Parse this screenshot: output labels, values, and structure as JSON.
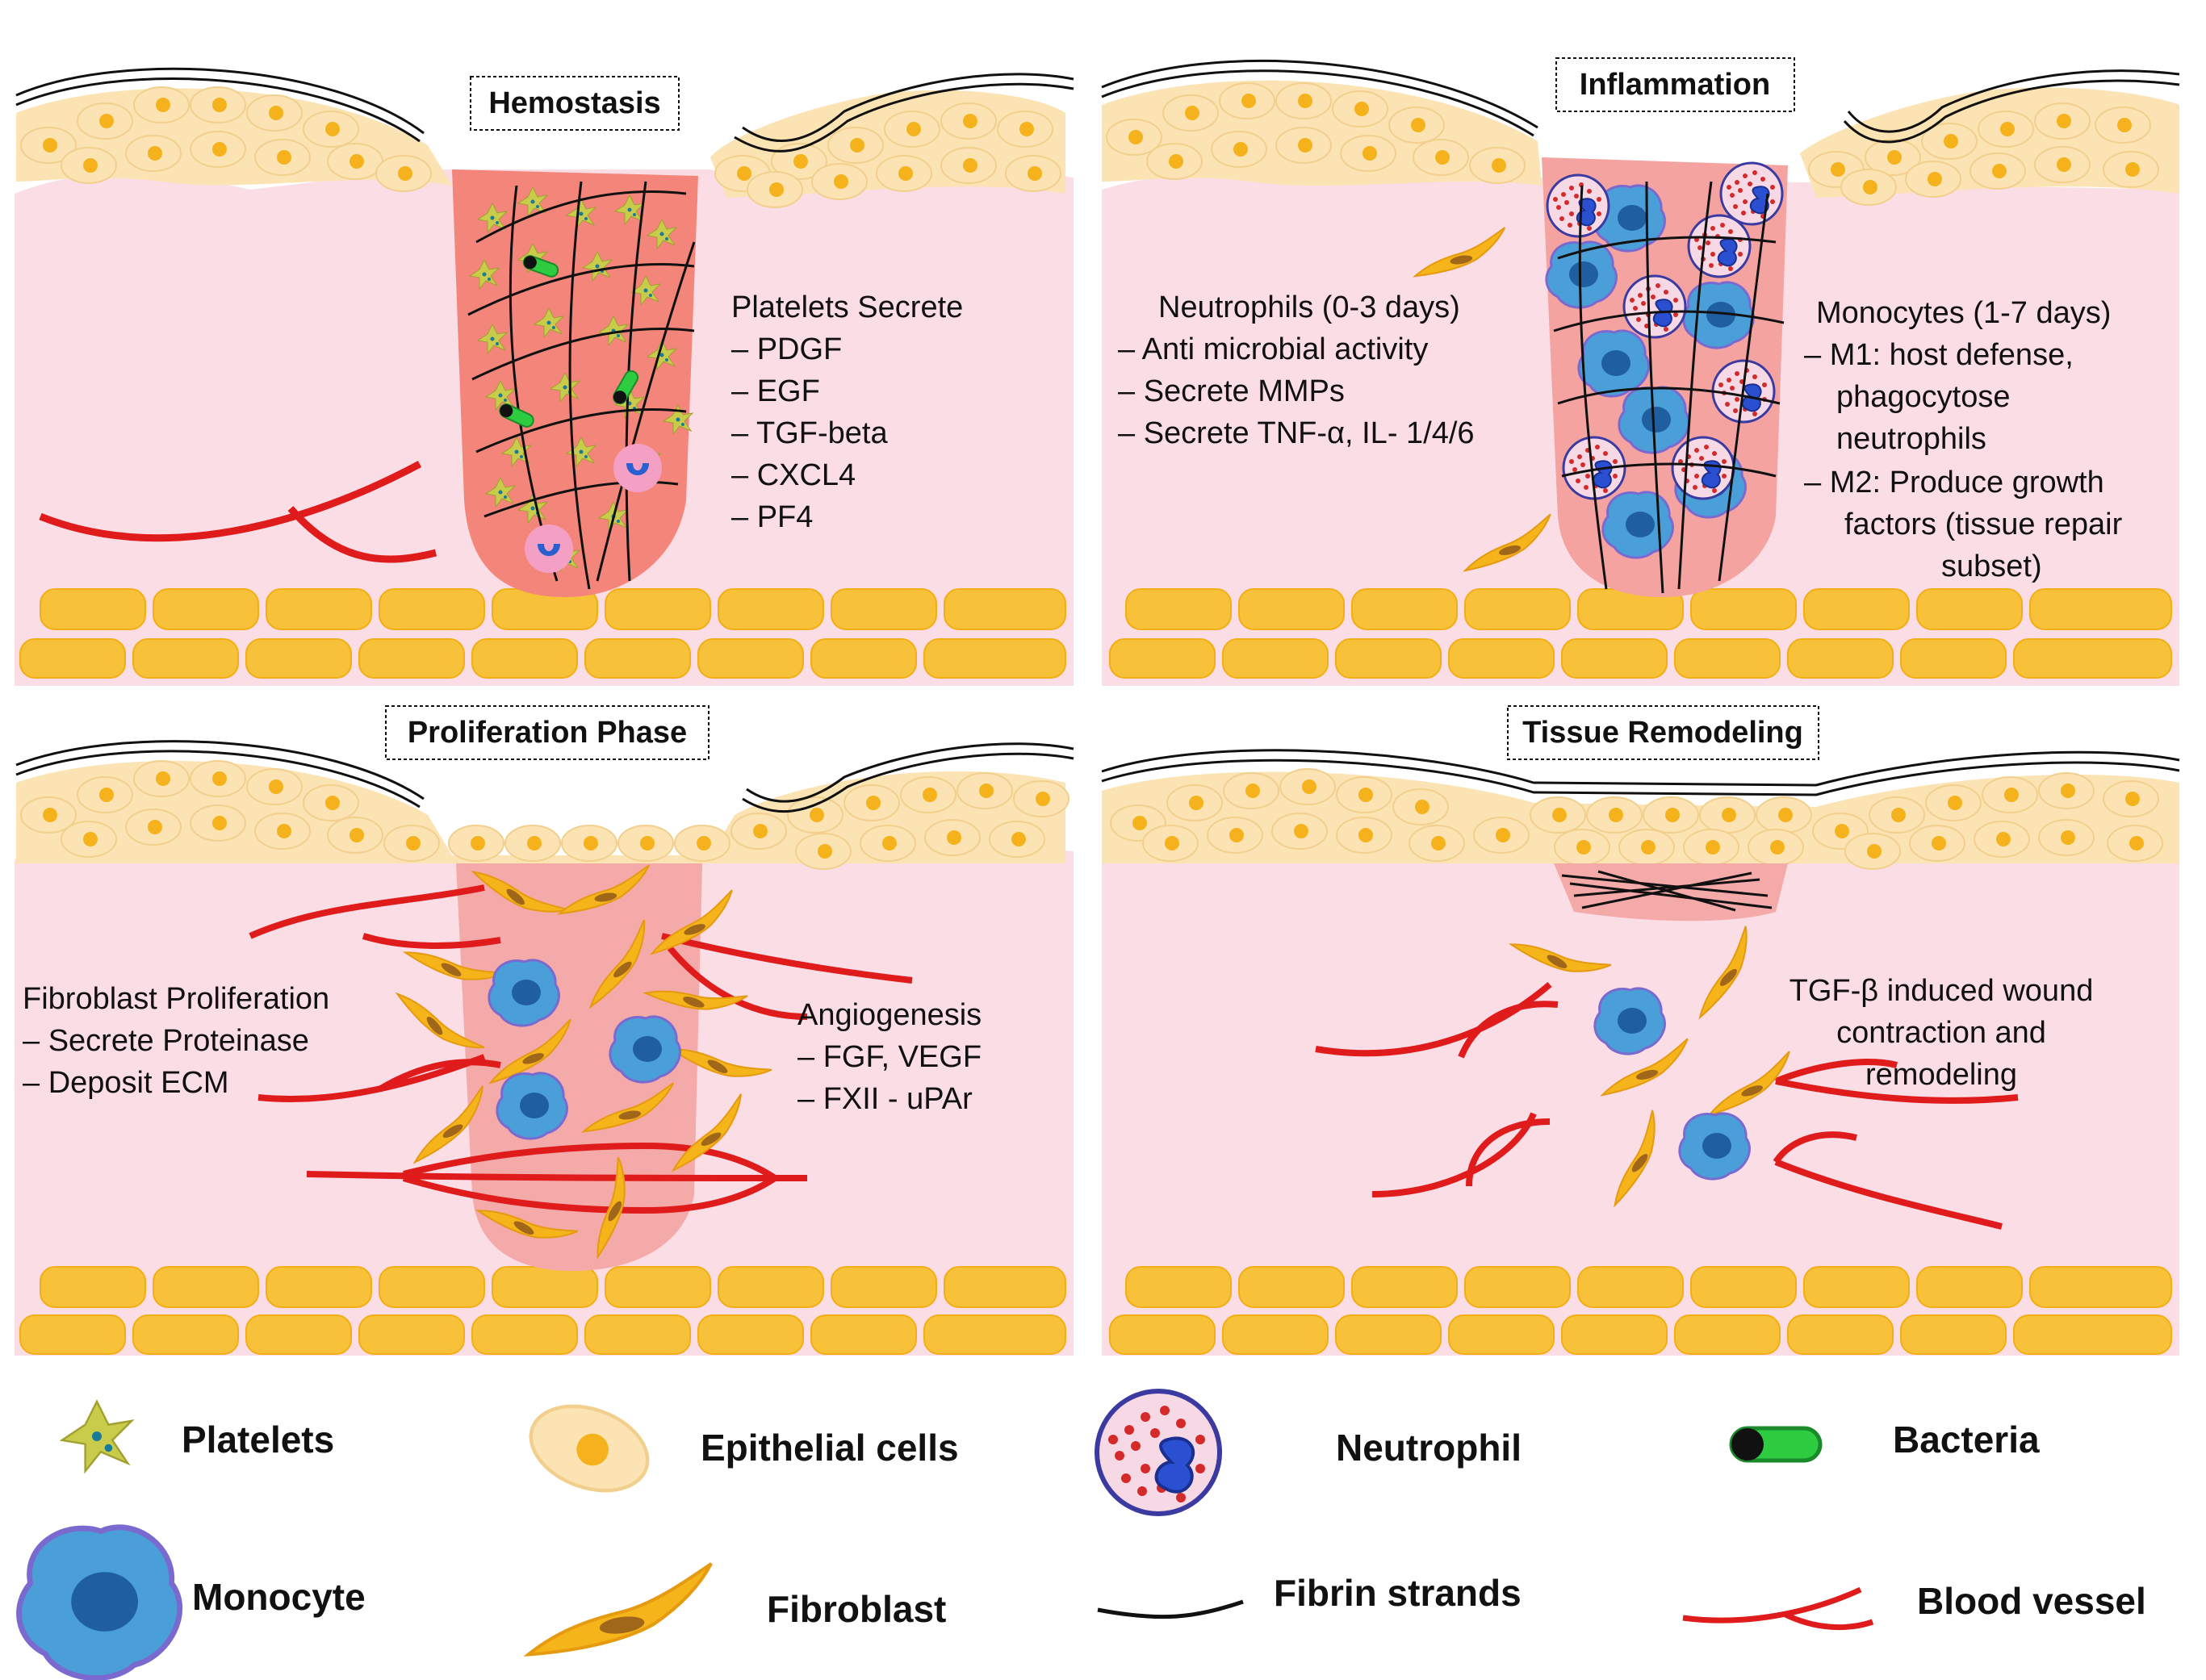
{
  "panels": {
    "hemostasis": {
      "title": "Hemostasis",
      "lines": [
        "Platelets Secrete",
        "–  PDGF",
        "–  EGF",
        "–  TGF-beta",
        "–  CXCL4",
        "–  PF4"
      ]
    },
    "inflammation": {
      "title": "Inflammation",
      "neutrophil_lines": [
        "Neutrophils (0-3 days)",
        "–  Anti microbial activity",
        "–  Secrete MMPs",
        "–  Secrete TNF-α, IL- 1/4/6"
      ],
      "monocyte_lines": [
        "Monocytes (1-7 days)",
        "–  M1: host defense,",
        "phagocytose",
        "neutrophils",
        "–  M2: Produce growth",
        "factors (tissue repair",
        "subset)"
      ]
    },
    "proliferation": {
      "title": "Proliferation Phase",
      "fibroblast_lines": [
        "Fibroblast Proliferation",
        "–  Secrete Proteinase",
        "–  Deposit ECM"
      ],
      "angiogenesis_lines": [
        "Angiogenesis",
        "–  FGF, VEGF",
        "–  FXII - uPAr"
      ]
    },
    "remodeling": {
      "title": "Tissue Remodeling",
      "lines": [
        "TGF-β induced wound",
        "contraction and",
        "remodeling"
      ]
    }
  },
  "legend": {
    "platelets": "Platelets",
    "epithelial": "Epithelial cells",
    "neutrophil": "Neutrophil",
    "bacteria": "Bacteria",
    "monocyte": "Monocyte",
    "fibroblast": "Fibroblast",
    "fibrin": "Fibrin strands",
    "vessel": "Blood vessel"
  },
  "colors": {
    "dermis": "#fbdde6",
    "wound": "#f4a3a0",
    "epithelium": "#fbe3b4",
    "nucleus": "#f5b21c",
    "muscle": "#f7c23a",
    "vessel": "#e01b1b",
    "monocyte": "#4a9fd8",
    "monocyte_nucleus": "#1f5fa0",
    "fibroblast": "#f4b41a",
    "bacteria": "#2ecc40"
  }
}
